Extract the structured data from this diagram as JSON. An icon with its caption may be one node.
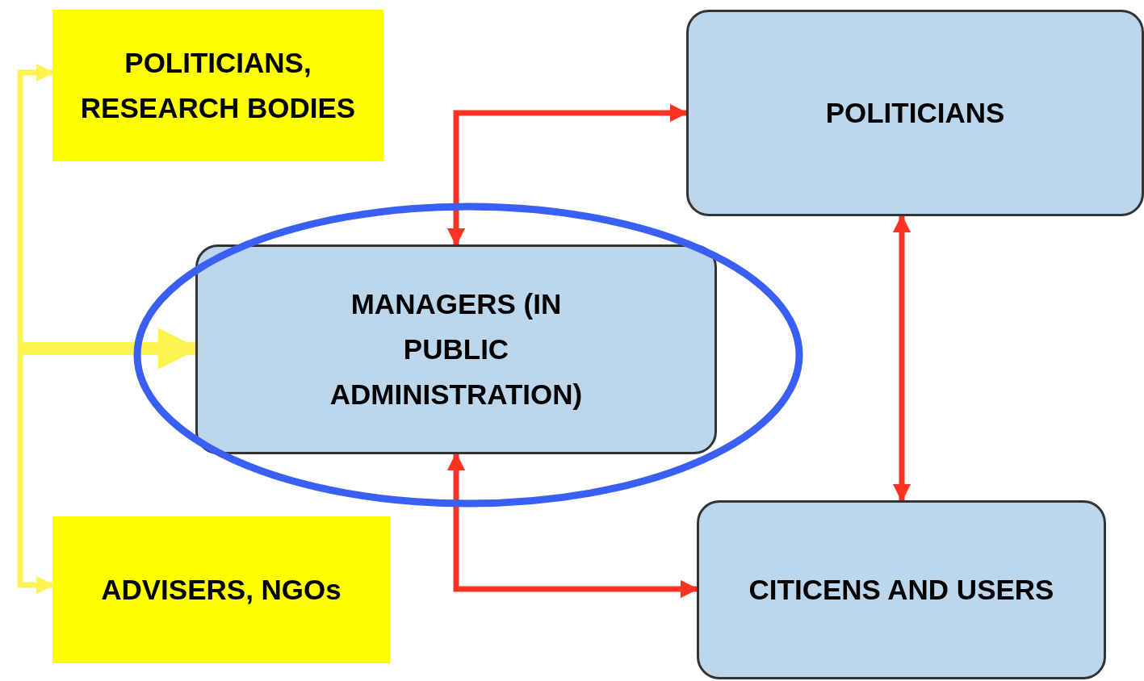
{
  "diagram": {
    "nodes": [
      {
        "text": [
          "POLITICIANS, RESEARCH BODIES"
        ]
      },
      {
        "text": [
          "POLITICIANS"
        ]
      },
      {
        "text": [
          "MANAGERS (IN PUBLIC ADMINISTRATION)"
        ]
      },
      {
        "text": [
          "ADVISERS, NGOs"
        ]
      },
      {
        "text": [
          "CITICENS AND USERS"
        ]
      }
    ],
    "edges": [
      {
        "from": null,
        "to": 0,
        "arrow": "to",
        "color": "#fff34f"
      },
      {
        "from": null,
        "to": 2,
        "arrow": "to",
        "style": "thick",
        "color": "#fff34f"
      },
      {
        "from": null,
        "to": 3,
        "arrow": "to",
        "color": "#fff34f"
      },
      {
        "from": 2,
        "to": 1,
        "arrow": "both",
        "color": "#ff3322"
      },
      {
        "from": 1,
        "to": 4,
        "arrow": "both",
        "color": "#ff3322"
      },
      {
        "from": 2,
        "to": 4,
        "arrow": "both",
        "color": "#ff3322"
      }
    ]
  }
}
